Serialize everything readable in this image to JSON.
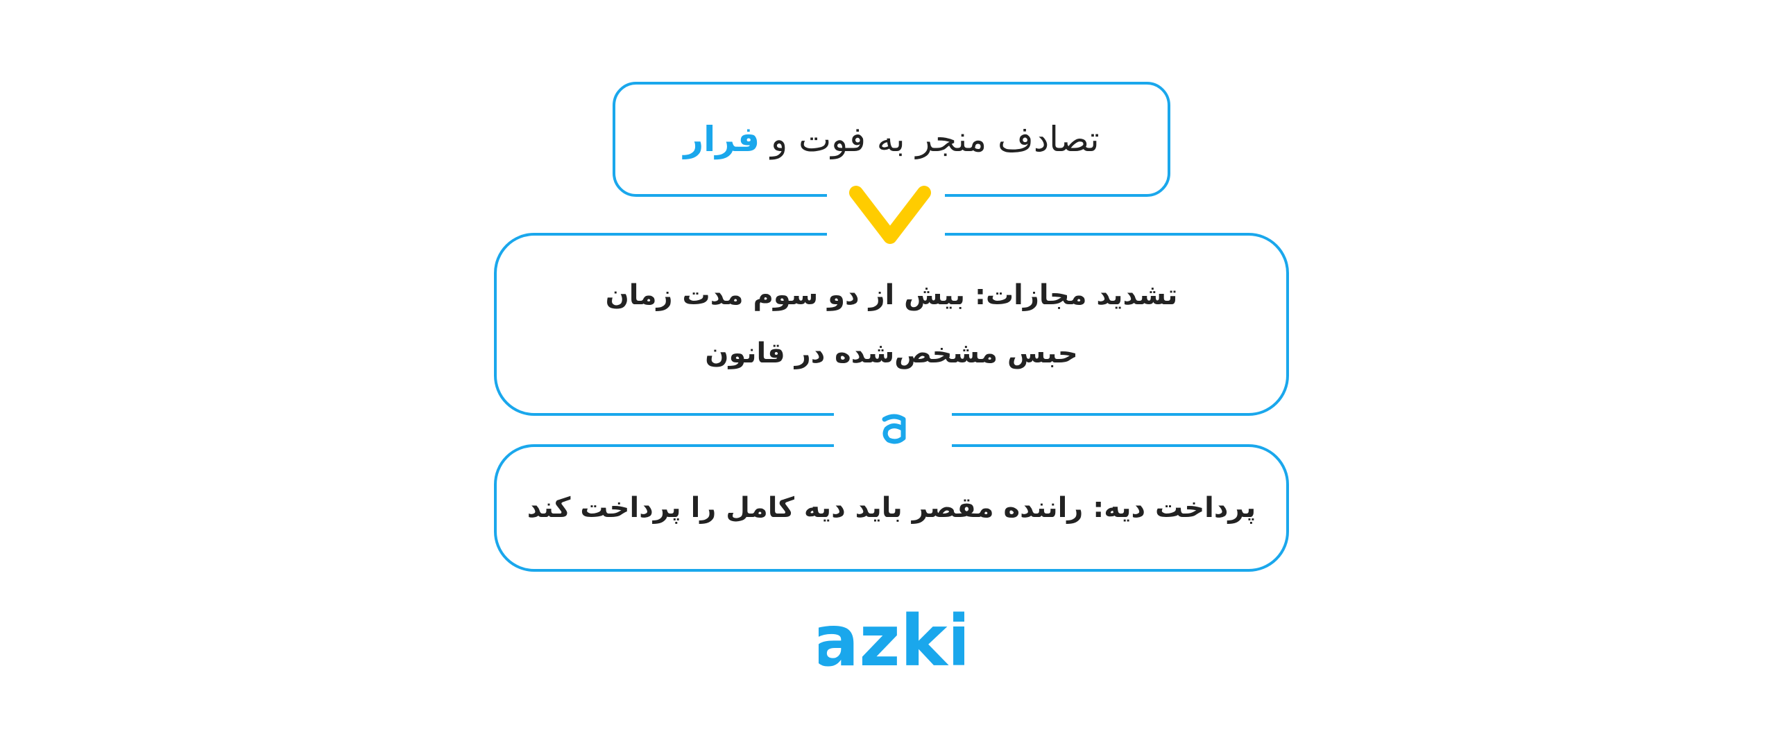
{
  "colors": {
    "accent_blue": "#1aa7ec",
    "accent_yellow": "#ffcc00",
    "text_dark": "#222222",
    "background": "#ffffff"
  },
  "title": {
    "main": "تصادف منجر به فوت و",
    "highlight": "فرار"
  },
  "penalty": {
    "line1": "تشدید مجازات: بیش از دو سوم مدت زمان",
    "line2": "حبس مشخص‌شده در قانون"
  },
  "diyah": {
    "text": "پرداخت دیه: راننده مقصر باید دیه کامل را پرداخت کند"
  },
  "icons": {
    "connector_1": "chevron-down-icon",
    "connector_2": "azki-mini-icon"
  },
  "logo": {
    "brand": "azki"
  }
}
